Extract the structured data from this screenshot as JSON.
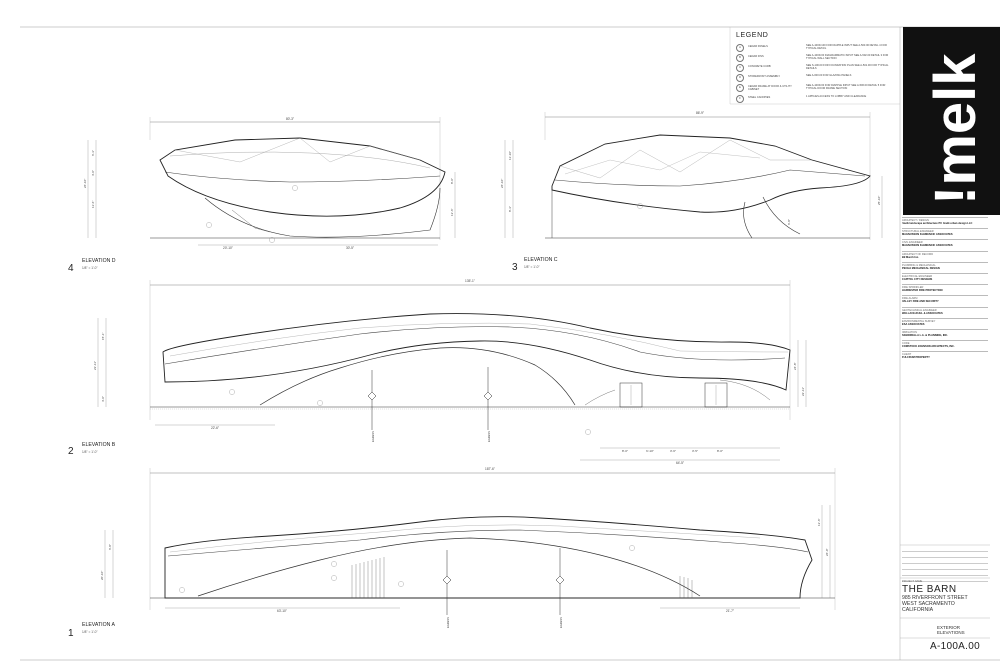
{
  "logo": "!melk",
  "legend": {
    "title": "LEGEND",
    "items": [
      {
        "key": "A",
        "label": "CEDAR PANELS",
        "note": "SEE A-100D.100 FOR DIAPPLE INPUT SEE A-503.00 DETAIL 4 FOR TYPICAL DETAIL"
      },
      {
        "key": "B",
        "label": "CEDAR FINS",
        "note": "SEE A-100D.00 DIAGRAMMATIC INPUT SEE A-502.00 DETAIL 3 FOR TYPICAL WALL SECTION"
      },
      {
        "key": "C",
        "label": "CONCRETE CURB",
        "note": "SEE S-100.00 FOR FOUNDATION PLAN SEE A-501.00 FOR TYPICAL DETAILS"
      },
      {
        "key": "D",
        "label": "STOREFRONT ASSEMBLY",
        "note": "SEE A-600.00 FOR GLAZING PANELS"
      },
      {
        "key": "E",
        "label": "CEDAR FRAME AT DOOR & UTILITY CABINET",
        "note": "SEE A-100D.00 FOR DIAPPLE INPUT SEE A-506.00 DETAIL 5 FOR TYPICAL DOOR FRAME SECTION"
      },
      {
        "key": "F",
        "label": "STEEL CANOPIES",
        "note": "1 APPLIES ACCESS TO LOBBY AND CLEARANCE"
      }
    ]
  },
  "elevations": [
    {
      "number": "4",
      "title": "ELEVATION D",
      "scale": "1/8\" = 1'-0\"",
      "dims": {
        "overall": "80'-3\"",
        "a": "20'-10\"",
        "b": "30'-5\"",
        "h": "26'-10\"",
        "h2": "13'-6\"",
        "h3": "4'-0\"",
        "h4": "6'-3\"",
        "h5": "11'-6\"",
        "h6": "8'-0\""
      }
    },
    {
      "number": "3",
      "title": "ELEVATION C",
      "scale": "1/8\" = 1'-0\"",
      "dims": {
        "overall": "86'-9\"",
        "h": "26'-10\"",
        "h2": "25'-10\"",
        "h3": "11'-10\"",
        "h4": "8'-3\"",
        "h5": "6'-8\""
      }
    },
    {
      "number": "2",
      "title": "ELEVATION B",
      "scale": "1/8\" = 1'-0\"",
      "dims": {
        "overall": "135'-1\"",
        "a": "22'-6\"",
        "b": "64'-5\"",
        "h": "23'-11\"",
        "h2": "15'-1\"",
        "h3": "24'-8\"",
        "h4": "22'-11\"",
        "h5": "4'-0\"",
        "s1": "8'-0\"",
        "s2": "6'-10\"",
        "s3": "3'-6\"",
        "s4": "3'-5\"",
        "s5": "8'-0\""
      }
    },
    {
      "number": "1",
      "title": "ELEVATION A",
      "scale": "1/8\" = 1'-0\"",
      "dims": {
        "overall": "187'-6\"",
        "a": "63'-10\"",
        "b": "21'-7\"",
        "h": "20'-10\"",
        "h2": "13'-6\"",
        "h3": "26'-0\"",
        "h4": "6'-8\""
      }
    }
  ],
  "consultants": [
    {
      "role": "ARCHITECT / DESIGN",
      "firm": "!melk landscape architecture PC !melk urban design LLC"
    },
    {
      "role": "STRUCTURAL ENGINEER",
      "firm": "MAGNUSSON KLEMENCIC ASSOCIATES"
    },
    {
      "role": "CIVIL ENGINEER",
      "firm": "MAGNUSSON KLEMENCIC ASSOCIATES"
    },
    {
      "role": "ARCHITECT OF RECORD",
      "firm": "B9 March Inc."
    },
    {
      "role": "PLUMBING & MECHANICAL",
      "firm": "PECHA MECHANICAL DESIGN"
    },
    {
      "role": "ELECTRICAL ENGINEER",
      "firm": "CAPITOL CITY DESIGNS"
    },
    {
      "role": "FIRE SPRINKLER",
      "firm": "HARDESTER FIRE PROTECTION"
    },
    {
      "role": "FIRE ALARM",
      "firm": "VALLEY FIRE AND SECURITY"
    },
    {
      "role": "GEOTECHNICAL ENGINEER",
      "firm": "WALLACE-KUHL & ASSOCIATES"
    },
    {
      "role": "ENVIRONMENTAL SURVEY",
      "firm": "ESA ASSOCIATES"
    },
    {
      "role": "IRRIGATION",
      "firm": "SIGNORELLA L.A. & PLANNING, INC."
    },
    {
      "role": "CODE",
      "firm": "COMSTOCK JOHNSON ARCHITECTS, INC."
    },
    {
      "role": "CLIENT",
      "firm": "FULCRUM PROPERTY"
    }
  ],
  "project": {
    "label": "PROJECT NAME",
    "name": "THE BARN",
    "address1": "985 RIVERFRONT STREET",
    "address2": "WEST SACRAMENTO",
    "address3": "CALIFORNIA"
  },
  "sheet": {
    "title1": "EXTERIOR",
    "title2": "ELEVATIONS",
    "number": "A-100A.00"
  },
  "tags": {
    "egress": "EGRESS"
  }
}
